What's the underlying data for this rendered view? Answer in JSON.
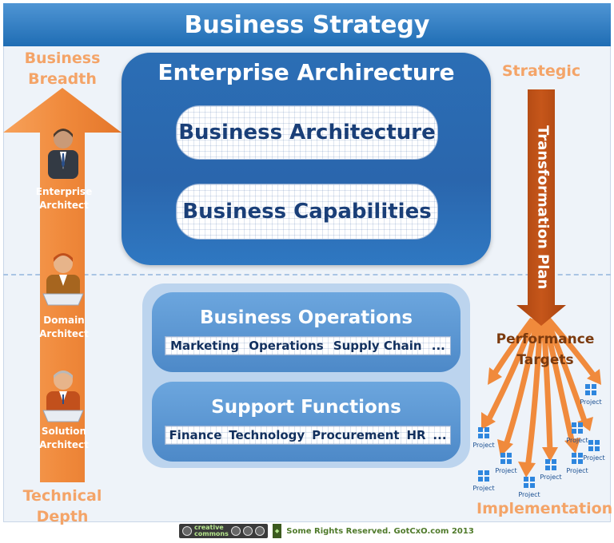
{
  "header": {
    "title": "Business Strategy"
  },
  "left_axis": {
    "top_label_line1": "Business",
    "top_label_line2": "Breadth",
    "bottom_label_line1": "Technical",
    "bottom_label_line2": "Depth",
    "roles": [
      {
        "line1": "Enterprise",
        "line2": "Architect",
        "icon": "businessman-icon"
      },
      {
        "line1": "Domain",
        "line2": "Architect",
        "icon": "laptop-user-icon"
      },
      {
        "line1": "Solution",
        "line2": "Architect",
        "icon": "developer-icon"
      }
    ]
  },
  "ea": {
    "title": "Enterprise Archirecture",
    "inner1": "Business Architecture",
    "inner2": "Business Capabilities"
  },
  "operations": {
    "title": "Business Operations",
    "items": [
      "Marketing",
      "Operations",
      "Supply Chain",
      "..."
    ]
  },
  "support": {
    "title": "Support Functions",
    "items": [
      "Finance",
      "Technology",
      "Procurement",
      "HR",
      "..."
    ]
  },
  "right_axis": {
    "top_label": "Strategic",
    "arrow_text": "Transformation Plan",
    "targets_line1": "Performance",
    "targets_line2": "Targets",
    "bottom_label": "Implementation",
    "project_label": "Project"
  },
  "footer": {
    "cc_line1": "creative",
    "cc_line2": "commons",
    "text": "Some Rights Reserved. GotCxO.com  2013"
  },
  "colors": {
    "orange": "#f08a3c",
    "orange_label": "#f4a468",
    "blue_dark": "#2a66ad",
    "blue_light": "#5b97d6"
  }
}
